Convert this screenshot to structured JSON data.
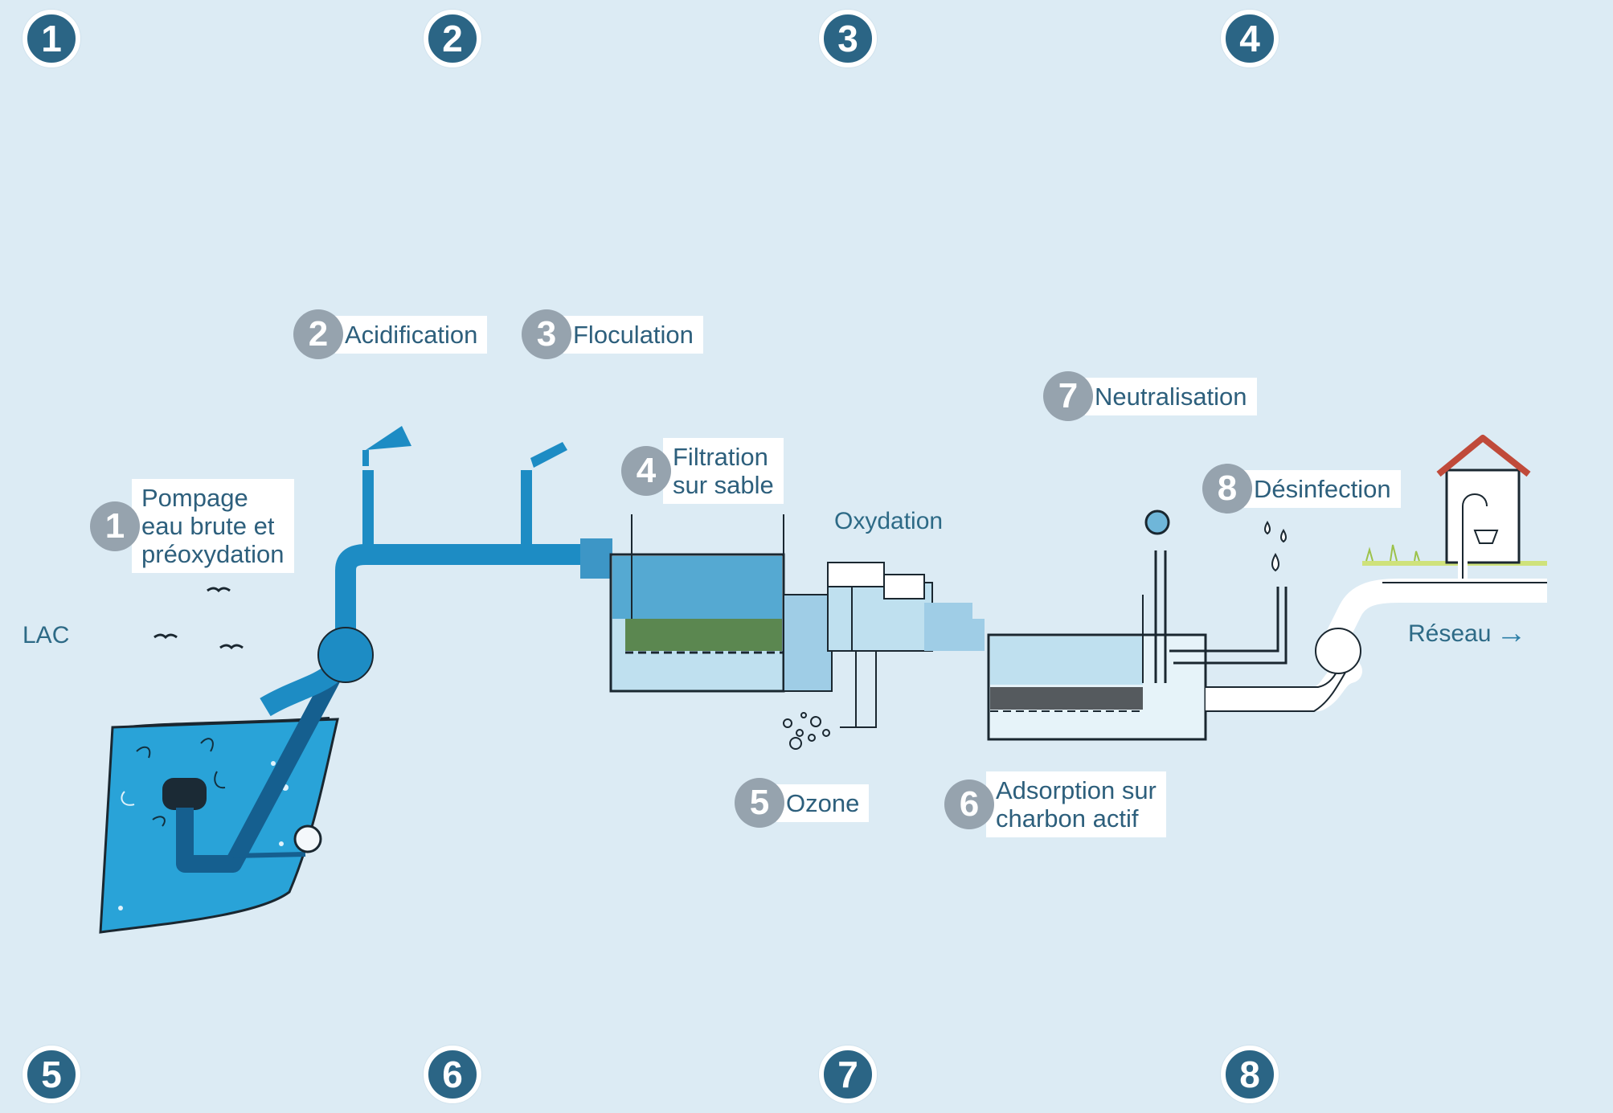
{
  "nav": {
    "top": [
      "1",
      "2",
      "3",
      "4"
    ],
    "bottom": [
      "5",
      "6",
      "7",
      "8"
    ]
  },
  "steps": [
    {
      "num": "1",
      "label": "Pompage\neau brute et\npréoxydation"
    },
    {
      "num": "2",
      "label": "Acidification"
    },
    {
      "num": "3",
      "label": "Floculation"
    },
    {
      "num": "4",
      "label": "Filtration\nsur sable"
    },
    {
      "num": "5",
      "label": "Ozone"
    },
    {
      "num": "6",
      "label": "Adsorption sur\ncharbon actif"
    },
    {
      "num": "7",
      "label": "Neutralisation"
    },
    {
      "num": "8",
      "label": "Désinfection"
    }
  ],
  "labels": {
    "lac": "LAC",
    "oxydation": "Oxydation",
    "reseau": "Réseau",
    "reseau_arrow": "→"
  },
  "colors": {
    "background": "#dcebf4",
    "nav_circle": "#2b6585",
    "step_circle": "#96a3ae",
    "label_text": "#2d5f7c",
    "lake_water": "#29a3d8",
    "pipe": "#1d8cc4"
  }
}
